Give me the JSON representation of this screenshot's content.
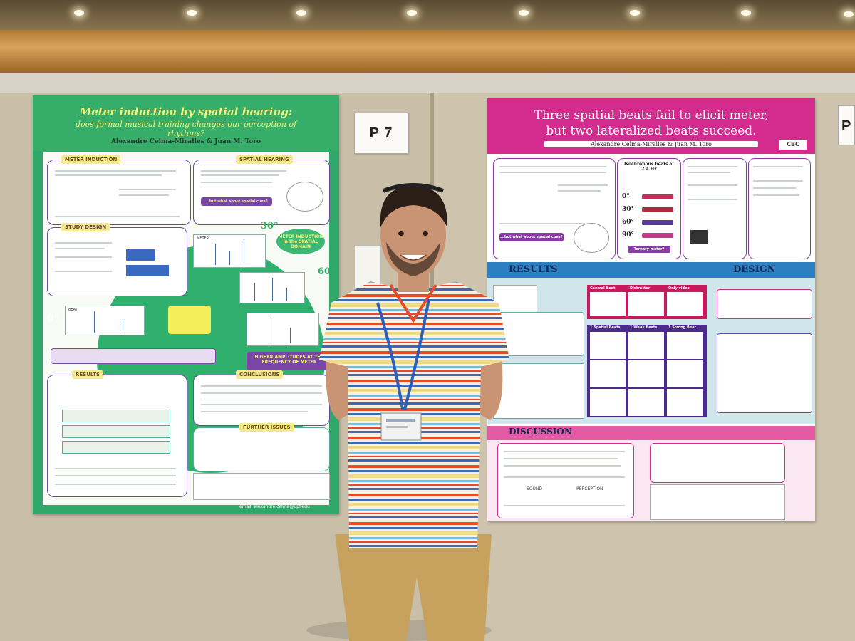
{
  "scene": {
    "description_colors": {
      "ceiling": "#6b5a3e",
      "valance": "#c48a44",
      "board": "#c9bfa9",
      "shirt_stripes": [
        "#e84a2a",
        "#3a6ab0",
        "#f2d88a",
        "#f7f1e3",
        "#7fb7d9"
      ]
    }
  },
  "stand_card": {
    "label": "P 7"
  },
  "side_card": {
    "label": "P"
  },
  "poster_left": {
    "title": "Meter induction by spatial hearing:",
    "subtitle": "does formal musical training changes our perception of rhythms?",
    "authors": "Alexandre Celma-Miralles & Juan M. Toro",
    "sections": {
      "meter_induction": "METER INDUCTION",
      "spatial_hearing": "SPATIAL HEARING",
      "study_design": "STUDY DESIGN",
      "results": "RESULTS",
      "conclusions": "CONCLUSIONS",
      "further_issues": "FURTHER ISSUES"
    },
    "bubble": "METER INDUCTION in the SPATIAL DOMAIN",
    "spatial_cues": "...but what about spatial cues?",
    "meter_label": "METER",
    "beat_label": "BEAT",
    "higher_amplitudes": "HIGHER AMPLITUDES AT THE FREQUENCY OF METER",
    "degrees": [
      "0°",
      "30°",
      "60°"
    ],
    "email": "email: alexandre.celma@upf.edu"
  },
  "poster_right": {
    "title_line1": "Three spatial beats fail to elicit meter,",
    "title_line2": "but two lateralized beats succeed.",
    "authors": "Alexandre Celma-Miralles & Juan M. Toro",
    "logo": "CBC",
    "results": "RESULTS",
    "design": "DESIGN",
    "discussion": "DISCUSSION",
    "ternary_meter": "Ternary meter?",
    "spatial_cues": "...but what about spatial cues?",
    "column_headers": [
      "Control Beat",
      "Distractor",
      "Only video"
    ],
    "row_headers": [
      "1 Spatial Beats",
      "1 Weak Beats",
      "1 Strong Beat"
    ],
    "isochronous": "Isochronous beats at 2.4 Hz",
    "angles": [
      "0°",
      "30°",
      "60°",
      "90°"
    ],
    "sound_perception": [
      "SOUND",
      "PERCEPTION"
    ]
  },
  "person": {
    "badge": "name badge"
  }
}
